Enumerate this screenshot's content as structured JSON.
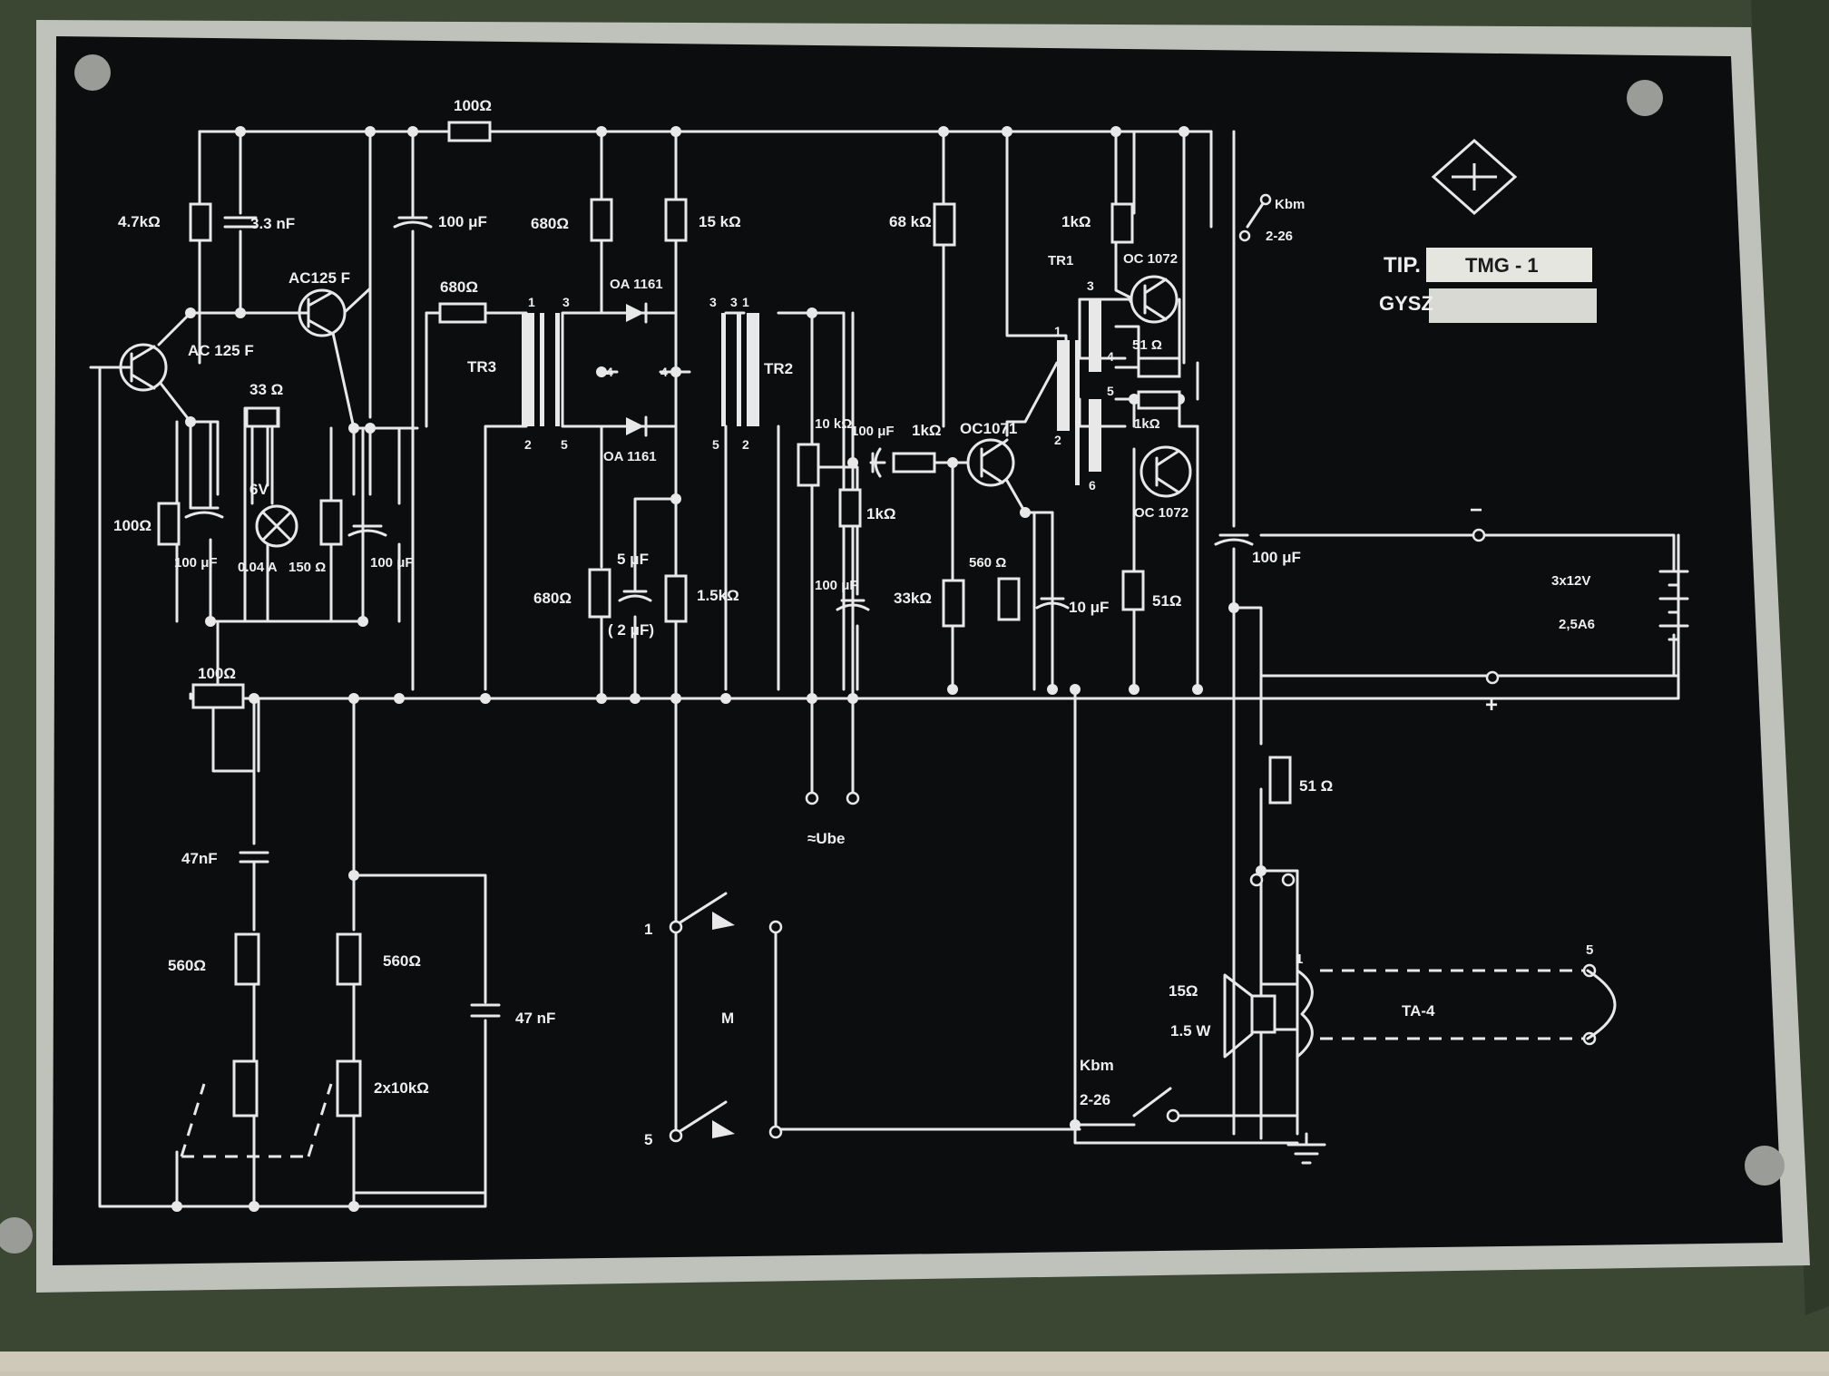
{
  "nameplate": {
    "tip_label": "TIP.",
    "tip_value": "TMG - 1",
    "gysz_label": "GYSZ"
  },
  "labels": {
    "r_100_top": "100Ω",
    "r_4k7": "4.7kΩ",
    "c_3n3": "3.3 nF",
    "c_100u_a": "100 μF",
    "ac125f_a": "AC125 F",
    "ac125f_b": "AC 125 F",
    "r_680_a": "680Ω",
    "r_680_b": "680Ω",
    "r_680_c": "680Ω",
    "r_15k": "15 kΩ",
    "oa1161_top": "OA 1161",
    "oa1161_bot": "OA 1161",
    "tr3": "TR3",
    "tr2": "TR2",
    "tr1": "TR1",
    "r_33": "33 Ω",
    "lamp_6v": "6V",
    "lamp_a": "0.04 A",
    "r_150": "150 Ω",
    "r_100_left": "100Ω",
    "c_100u_b": "100 μF",
    "c_100u_c": "100 μF",
    "c_5u": "5 μF",
    "c_2u": "( 2 μF)",
    "r_1k5": "1.5kΩ",
    "r_68k": "68 kΩ",
    "r_10k": "10 kΩ",
    "c_100u_d": "100 μF",
    "r_1k_a": "1kΩ",
    "r_1k_b": "1kΩ",
    "c_100u_e": "100 μF",
    "oc1071": "OC1071",
    "r_33k": "33kΩ",
    "r_560": "560 Ω",
    "c_10u": "10 μF",
    "r_1k_c": "1kΩ",
    "oc1072_a": "OC 1072",
    "oc1072_b": "OC 1072",
    "r_51_a": "51 Ω",
    "r_1k_d": "1kΩ",
    "r_51_b": "51Ω",
    "c_100u_f": "100 μF",
    "kbm_top": "Kbm",
    "kbm_top_num": "2-26",
    "minus": "−",
    "plus": "+",
    "battery_v": "3x12V",
    "battery_fuse": "2,5A6",
    "pot_100": "100Ω",
    "c_47n_a": "47nF",
    "r_560_a": "560Ω",
    "r_560_b": "560Ω",
    "c_47n_b": "47 nF",
    "pot_2x10k": "2x10kΩ",
    "ube": "≈Ube",
    "r_51_c": "51 Ω",
    "sw_m": "M",
    "sw_1": "1",
    "sw_5": "5",
    "kbm_bot": "Kbm",
    "kbm_bot_num": "2-26",
    "spk_ohm": "15Ω",
    "spk_w": "1.5 W",
    "ta4": "TA-4",
    "ta_1": "1",
    "ta_5": "5",
    "pin_1a": "1",
    "pin_2a": "2",
    "pin_3a": "3",
    "pin_4a": "4",
    "pin_5a": "5",
    "pin_3b": "3",
    "pin_4b": "4",
    "pin_5b": "5",
    "pin_3c": "3",
    "pin_1c": "1",
    "pin_2c": "2",
    "tr1_1": "1",
    "tr1_2": "2",
    "tr1_3": "3",
    "tr1_4": "4",
    "tr1_5": "5",
    "tr1_6": "6"
  },
  "colors": {
    "panel": "#0c0d0f",
    "ink": "#e8e8e8",
    "case": "#3d4a34",
    "frame": "#c2c4bd"
  }
}
